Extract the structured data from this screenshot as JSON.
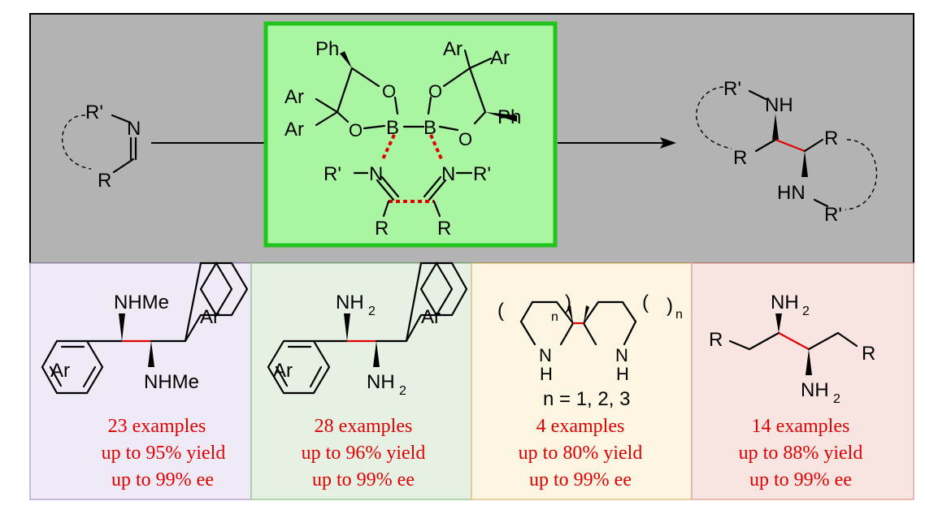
{
  "colors": {
    "top_panel": "#b3b3b3",
    "catalyst_box": "#a9f5a1",
    "catalyst_border": "#21c41c",
    "panel_1": "#f0eaf7",
    "panel_2": "#e6f1e4",
    "panel_3": "#fbf5e1",
    "panel_4": "#f8e5e2",
    "stats_text": "#e00000"
  },
  "substrate": {
    "r_prime": "R'",
    "n": "N",
    "r": "R"
  },
  "catalyst": {
    "ph_left": "Ph",
    "ph_right": "Ph",
    "ar_left_1": "Ar",
    "ar_left_2": "Ar",
    "ar_right_1": "Ar",
    "ar_right_2": "Ar",
    "o_left_top": "O",
    "o_left_bottom": "O",
    "o_right_top": "O",
    "o_right_bottom": "O",
    "b_left": "B",
    "b_right": "B",
    "n_left": "N",
    "n_right": "N",
    "r_prime_left": "R'",
    "r_prime_right": "R'",
    "r_left": "R",
    "r_right": "R"
  },
  "product": {
    "r_prime_top": "R'",
    "nh": "NH",
    "r_left": "R",
    "r_right": "R",
    "hn": "HN",
    "r_prime_bottom": "R'"
  },
  "panels": [
    {
      "labels": [
        "NHMe",
        "NHMe",
        "Ar",
        "Ar"
      ],
      "stats": [
        "23 examples",
        "up to 95% yield",
        "up to 99% ee"
      ]
    },
    {
      "labels": [
        "NH",
        "2",
        "NH",
        "2",
        "Ar",
        "Ar"
      ],
      "stats": [
        "28 examples",
        "up to 96% yield",
        "up to 99% ee"
      ]
    },
    {
      "labels": [
        "(",
        ")",
        "n",
        "(",
        ")",
        "n",
        "N",
        "H",
        "N",
        "H",
        "n = 1, 2, 3"
      ],
      "stats": [
        "4 examples",
        "up to 80% yield",
        "up to 99% ee"
      ]
    },
    {
      "labels": [
        "NH",
        "2",
        "NH",
        "2",
        "R",
        "R"
      ],
      "stats": [
        "14 examples",
        "up to 88% yield",
        "up to 99% ee"
      ]
    }
  ]
}
